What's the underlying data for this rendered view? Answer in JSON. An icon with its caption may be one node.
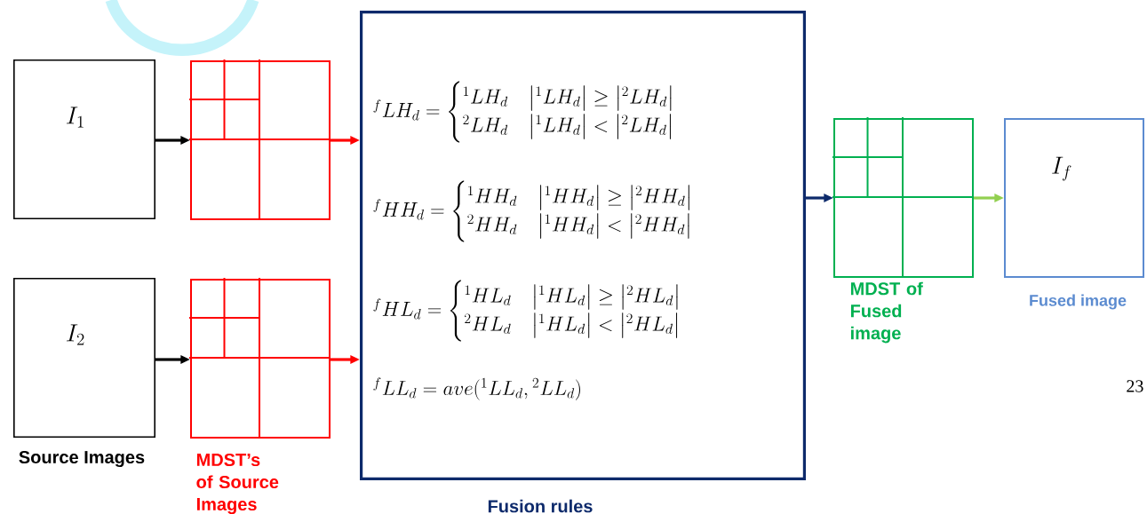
{
  "diagram": {
    "nodes": [
      {
        "text": [
          "I_{1}"
        ]
      },
      {
        "text": [
          "I_{2}"
        ]
      },
      {
        "text": [],
        "shape": "grid"
      },
      {
        "text": [],
        "shape": "grid"
      },
      {
        "text": [
          "{}^{f}LH_{d}=\\begin{cases}{}^{1}LH_{d} & \\left|{}^{1}LH_{d}\\right|\\geq\\left|{}^{2}LH_{d}\\right|\\\\ {}^{2}LH_{d} & \\left|{}^{1}LH_{d}\\right|<\\left|{}^{2}LH_{d}\\right|\\end{cases}",
          "{}^{f}HH_{d}=\\begin{cases}{}^{1}HH_{d} & \\left|{}^{1}HH_{d}\\right|\\geq\\left|{}^{2}HH_{d}\\right|\\\\ {}^{2}HH_{d} & \\left|{}^{1}HH_{d}\\right|<\\left|{}^{2}HH_{d}\\right|\\end{cases}",
          "{}^{f}HL_{d}=\\begin{cases}{}^{1}HL_{d} & \\left|{}^{1}HL_{d}\\right|\\geq\\left|{}^{2}HL_{d}\\right|\\\\ {}^{2}HL_{d} & \\left|{}^{1}HL_{d}\\right|<\\left|{}^{2}HL_{d}\\right|\\end{cases}",
          "{}^{f}LL_{d}=ave({}^{1}LL_{d},{}^{2}LL_{d})"
        ],
        "beside": [
          "Fusion rules"
        ]
      },
      {
        "text": [],
        "shape": "grid",
        "beside": [
          "MDST of Fused image"
        ]
      },
      {
        "text": [
          "I_{f}"
        ],
        "beside": [
          "Fused image"
        ]
      }
    ],
    "edges": [
      {
        "from": 0,
        "to": 2,
        "arrow": "to",
        "color": "#000000"
      },
      {
        "from": 1,
        "to": 3,
        "arrow": "to",
        "color": "#000000"
      },
      {
        "from": 2,
        "to": 4,
        "arrow": "to",
        "color": "#ff0000"
      },
      {
        "from": 3,
        "to": 4,
        "arrow": "to",
        "color": "#ff0000"
      },
      {
        "from": 4,
        "to": 5,
        "arrow": "to",
        "color": "#0d2a6b"
      },
      {
        "from": 5,
        "to": 6,
        "arrow": "to",
        "color": "#92d050"
      }
    ],
    "labels": [
      "Source Images",
      "MDST’s of Source Images",
      "23"
    ]
  }
}
